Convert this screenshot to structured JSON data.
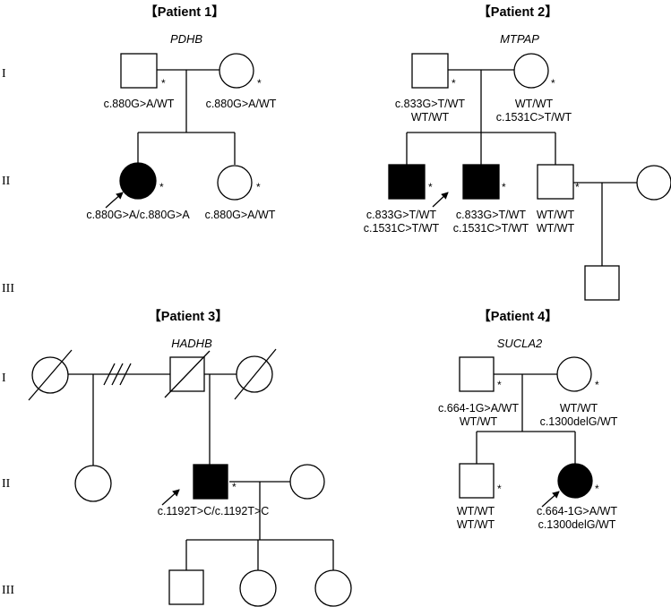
{
  "generation_labels": {
    "I": "I",
    "II": "II",
    "III": "III"
  },
  "patient1": {
    "title": "【Patient 1】",
    "gene": "PDHB",
    "father_geno": "c.880G>A/WT",
    "mother_geno": "c.880G>A/WT",
    "proband_geno": "c.880G>A/c.880G>A",
    "sister_geno": "c.880G>A/WT",
    "star": "*"
  },
  "patient2": {
    "title": "【Patient 2】",
    "gene": "MTPAP",
    "father_geno_1": "c.833G>T/WT",
    "father_geno_2": "WT/WT",
    "mother_geno_1": "WT/WT",
    "mother_geno_2": "c.1531C>T/WT",
    "sib1_geno_1": "c.833G>T/WT",
    "sib1_geno_2": "c.1531C>T/WT",
    "proband_geno_1": "c.833G>T/WT",
    "proband_geno_2": "c.1531C>T/WT",
    "sib3_geno_1": "WT/WT",
    "sib3_geno_2": "WT/WT",
    "star": "*"
  },
  "patient3": {
    "title": "【Patient 3】",
    "gene": "HADHB",
    "proband_geno": "c.1192T>C/c.1192T>C",
    "star": "*"
  },
  "patient4": {
    "title": "【Patient 4】",
    "gene": "SUCLA2",
    "father_geno_1": "c.664-1G>A/WT",
    "father_geno_2": "WT/WT",
    "mother_geno_1": "WT/WT",
    "mother_geno_2": "c.1300delG/WT",
    "brother_geno_1": "WT/WT",
    "brother_geno_2": "WT/WT",
    "proband_geno_1": "c.664-1G>A/WT",
    "proband_geno_2": "c.1300delG/WT",
    "star": "*"
  }
}
